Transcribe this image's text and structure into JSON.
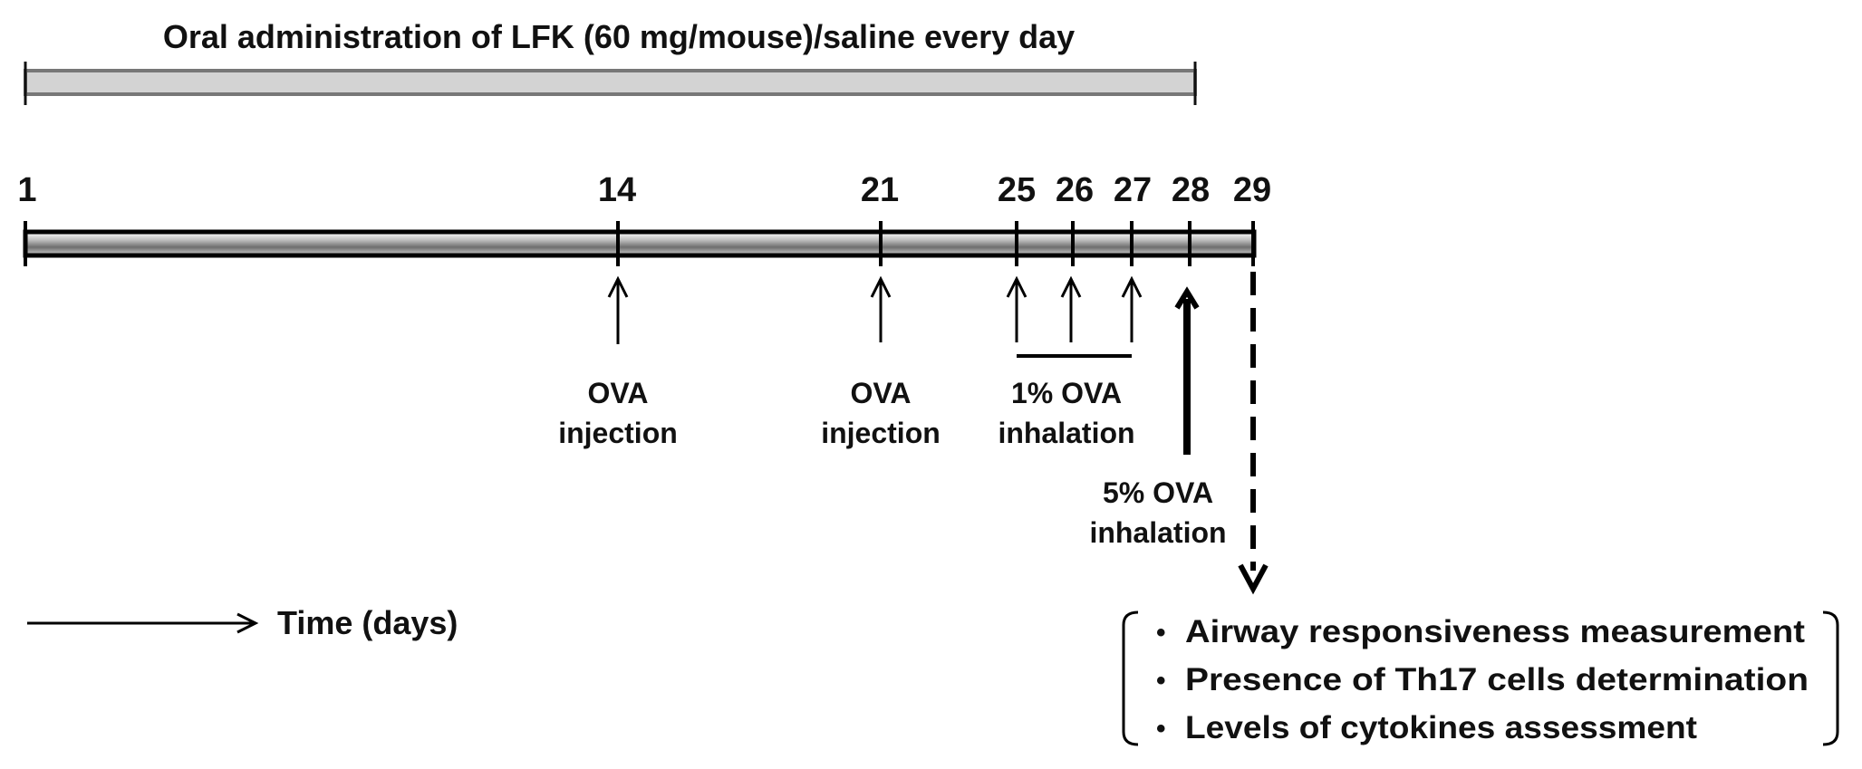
{
  "top_bar": {
    "label": "Oral administration of  LFK (60 mg/mouse)/saline every day"
  },
  "timeline": {
    "days": [
      "1",
      "14",
      "21",
      "25",
      "26",
      "27",
      "28",
      "29"
    ]
  },
  "events": {
    "ova_injection_1": {
      "line1": "OVA",
      "line2": "injection"
    },
    "ova_injection_2": {
      "line1": "OVA",
      "line2": "injection"
    },
    "ova_1pct": {
      "line1": "1% OVA",
      "line2": "inhalation"
    },
    "ova_5pct": {
      "line1": "5% OVA",
      "line2": "inhalation"
    }
  },
  "legend": {
    "label": "Time (days)"
  },
  "outcomes": {
    "bullet": "•",
    "items": [
      "Airway responsiveness measurement",
      "Presence of Th17 cells  determination",
      "Levels of cytokines assessment"
    ]
  }
}
